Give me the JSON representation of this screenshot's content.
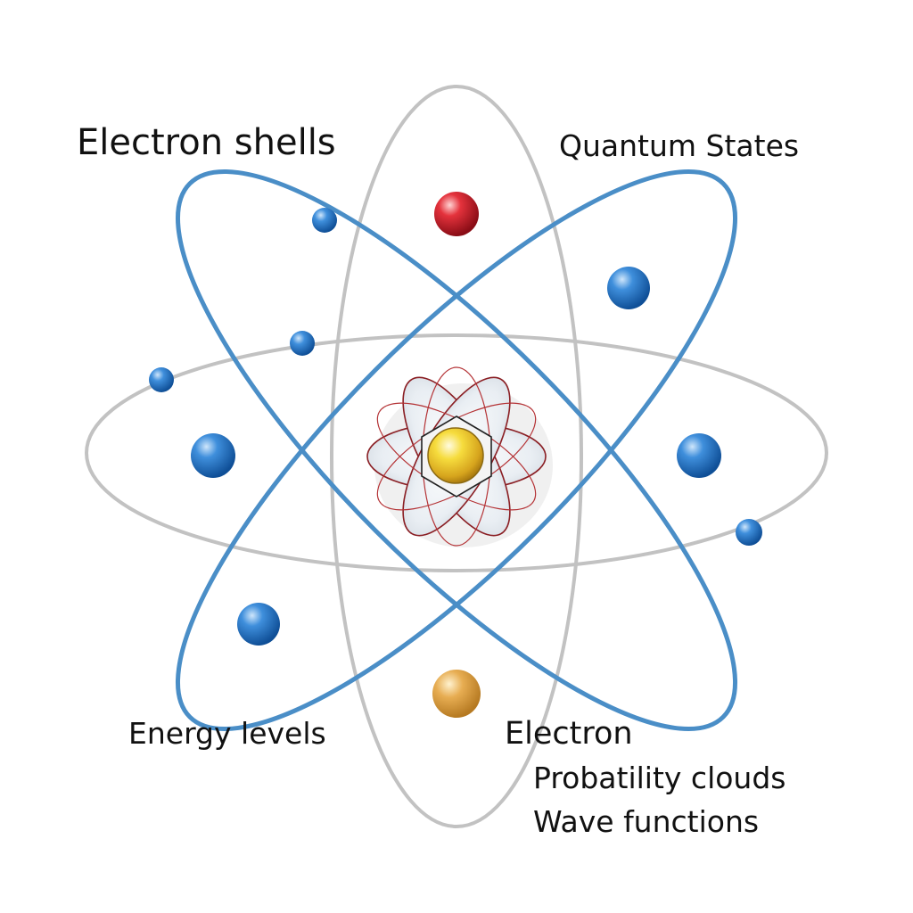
{
  "labels": {
    "electron_shells": "Electron shells",
    "quantum_states": "Quantum States",
    "energy_levels": "Energy levels",
    "electron": "Electron",
    "probability_clouds": "Probatility clouds",
    "wave_functions": "Wave functions"
  },
  "colors": {
    "orbit_blue": "#4a8ec7",
    "orbit_gray": "#c2c2c2",
    "electron_blue": "#1f6fc0",
    "electron_red": "#d01c2a",
    "electron_gold": "#e0a445",
    "nucleus_gold": "#f1cc2c",
    "petal_outline": "#a8262a"
  },
  "icons": {
    "nucleus": "nucleus-icon",
    "electron": "electron-icon"
  }
}
